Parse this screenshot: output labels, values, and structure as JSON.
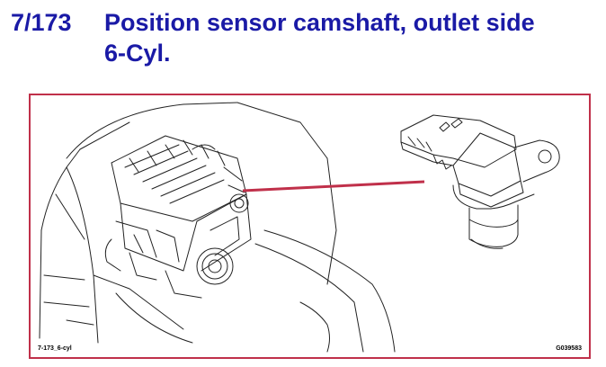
{
  "header": {
    "number": "7/173",
    "title": "Position sensor camshaft, outlet side\n6-Cyl."
  },
  "figure": {
    "caption_left": "7-173_6-cyl",
    "caption_right": "G039583",
    "leader_color": "#c0304a",
    "frame_color": "#c0304a",
    "title_color": "#1a1aa6"
  }
}
